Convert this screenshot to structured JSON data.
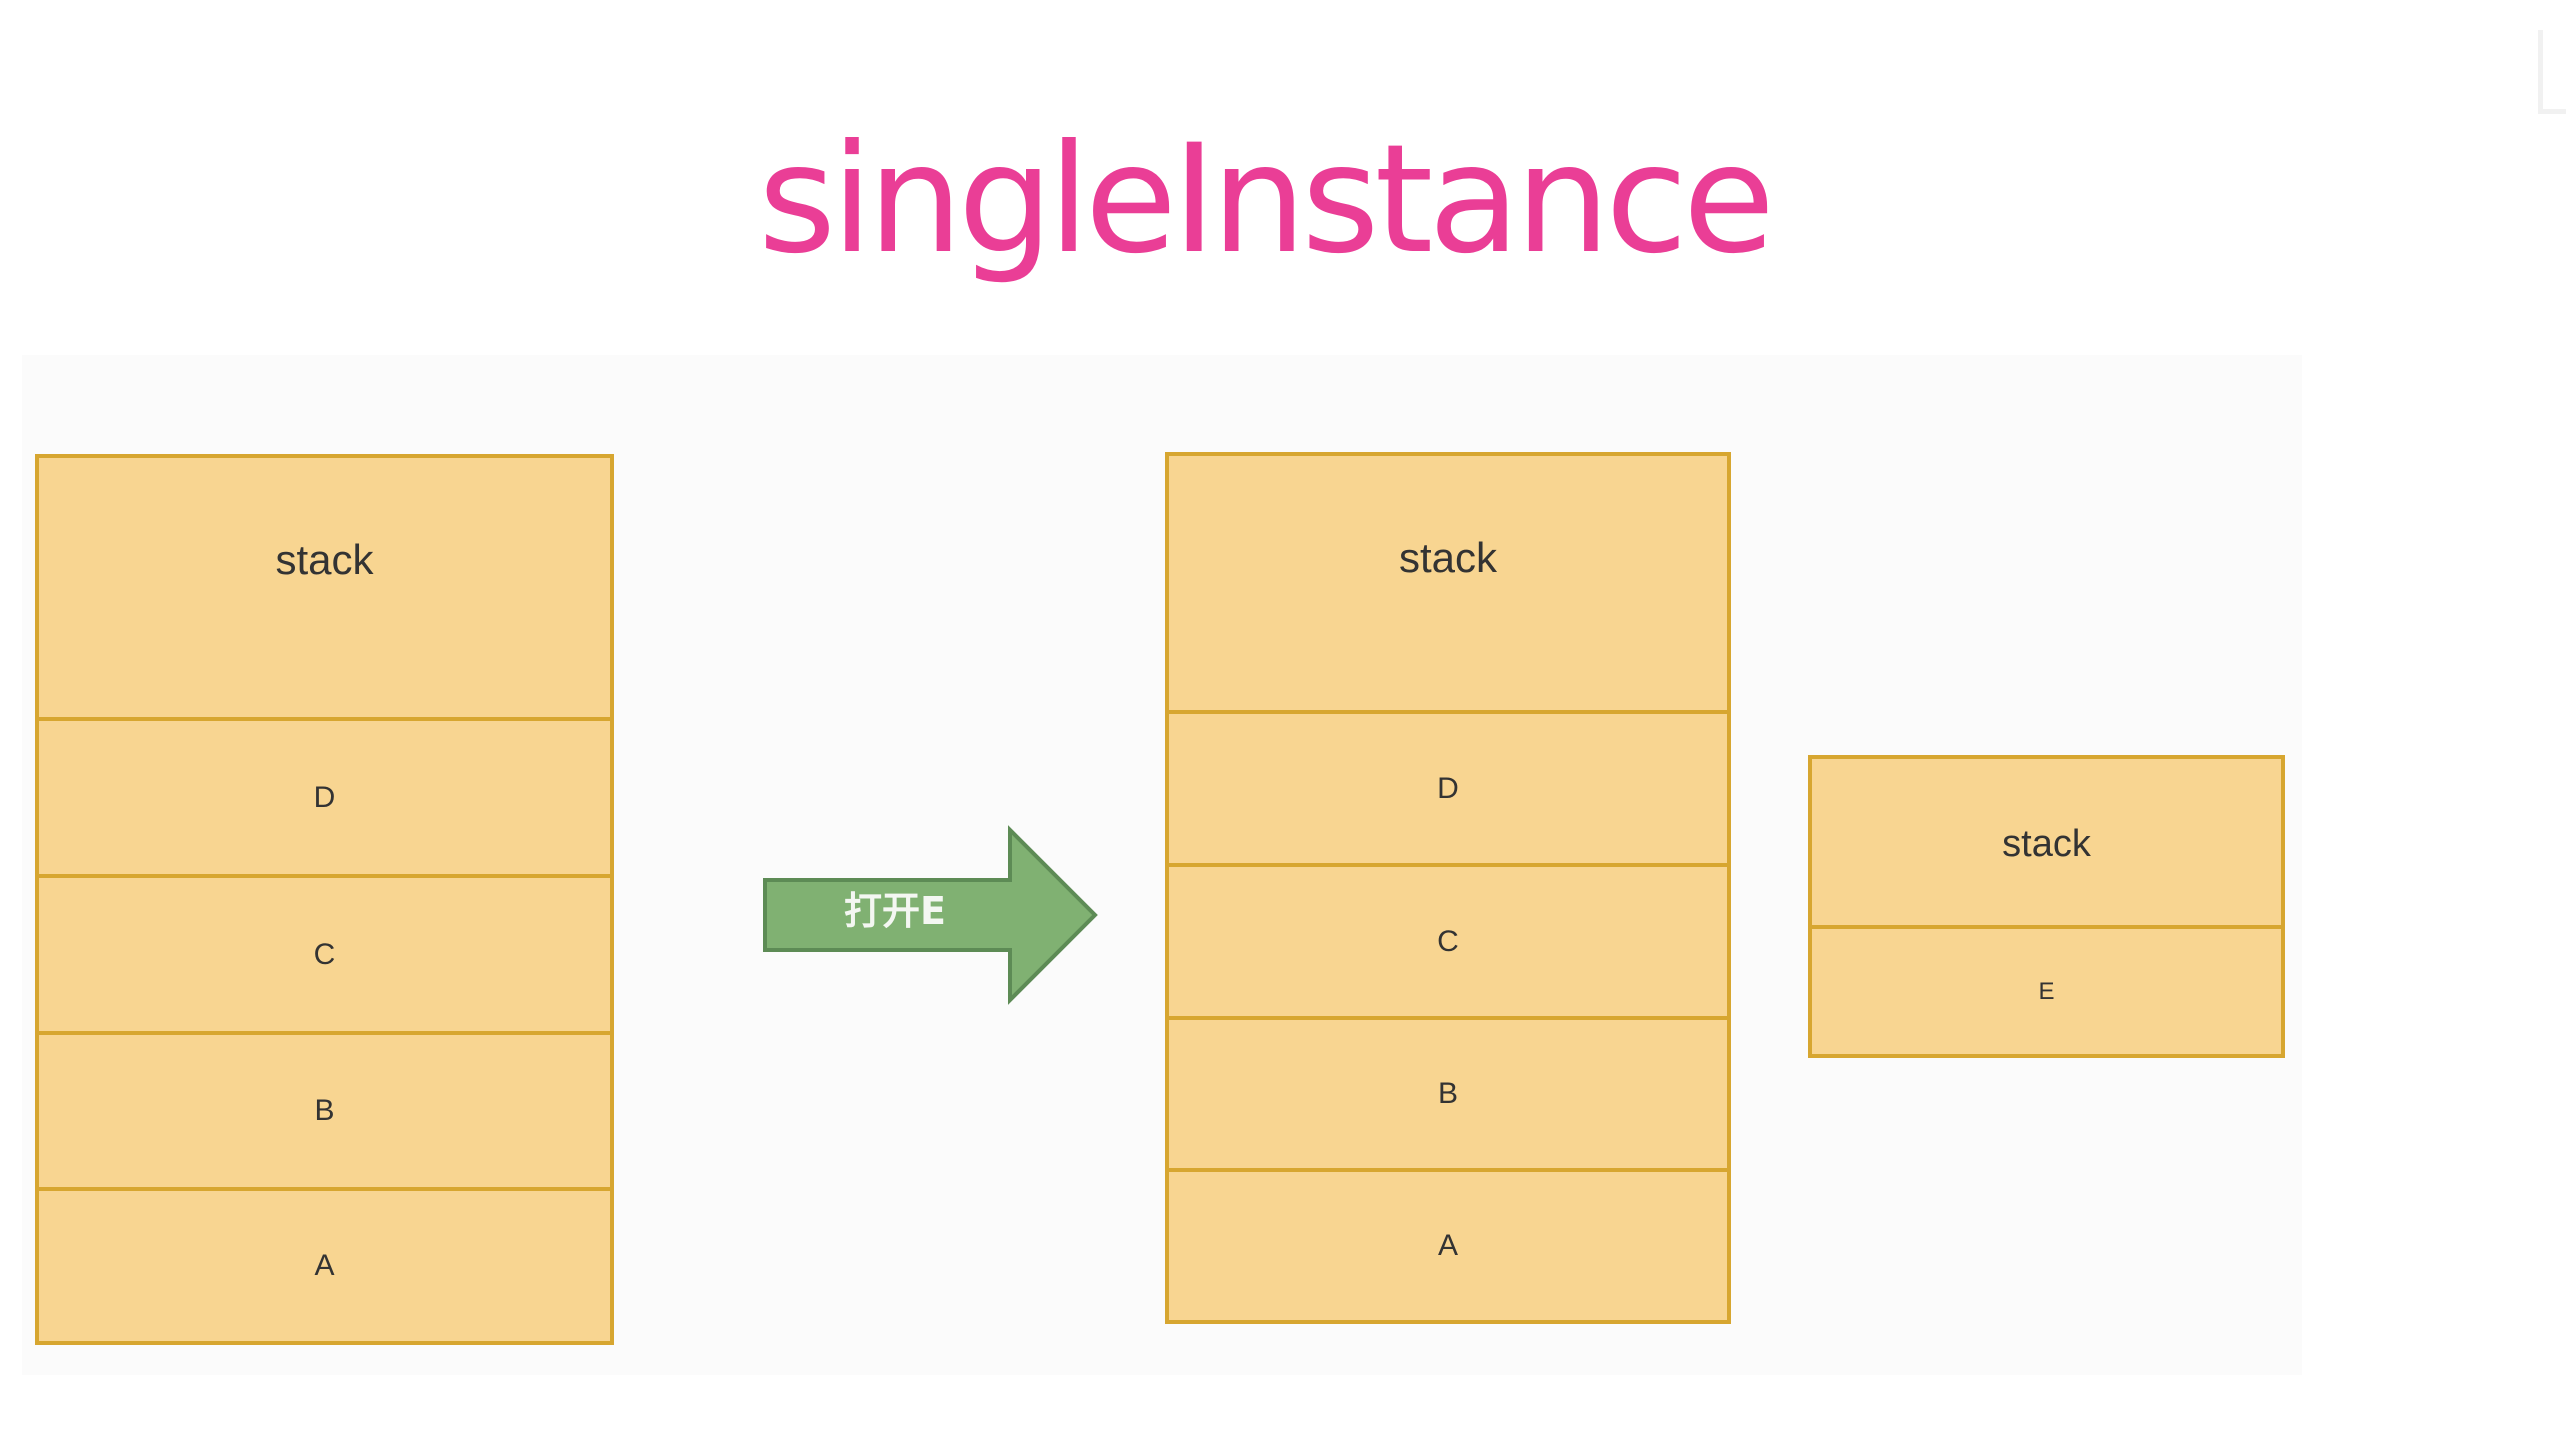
{
  "title": "singleInstance",
  "left_stack": {
    "header": "stack",
    "items": [
      "D",
      "C",
      "B",
      "A"
    ]
  },
  "arrow": {
    "label": "打开E",
    "color": "#80b172"
  },
  "right_stack": {
    "header": "stack",
    "items": [
      "D",
      "C",
      "B",
      "A"
    ]
  },
  "single_stack": {
    "header": "stack",
    "items": [
      "E"
    ]
  },
  "colors": {
    "title": "#ea3e96",
    "stack_fill": "#f8d591",
    "stack_border": "#d7a630"
  }
}
